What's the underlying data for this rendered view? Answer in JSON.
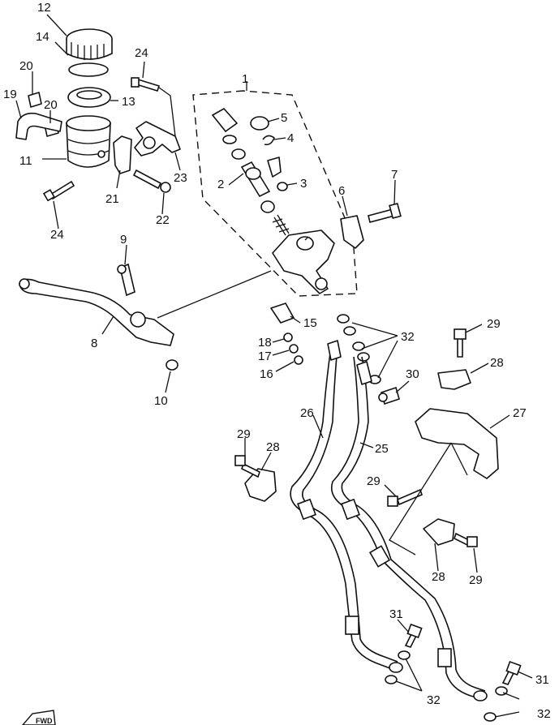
{
  "callouts": {
    "c1": "1",
    "c2": "2",
    "c3": "3",
    "c4": "4",
    "c5": "5",
    "c6": "6",
    "c7": "7",
    "c8": "8",
    "c9": "9",
    "c10": "10",
    "c11": "11",
    "c12": "12",
    "c13": "13",
    "c14": "14",
    "c15": "15",
    "c16": "16",
    "c17": "17",
    "c18": "18",
    "c19": "19",
    "c20a": "20",
    "c20b": "20",
    "c21": "21",
    "c22": "22",
    "c23": "23",
    "c24a": "24",
    "c24b": "24",
    "c25": "25",
    "c26": "26",
    "c27": "27",
    "c28a": "28",
    "c28b": "28",
    "c28c": "28",
    "c29a": "29",
    "c29b": "29",
    "c29c": "29",
    "c29d": "29",
    "c30": "30",
    "c31a": "31",
    "c31b": "31",
    "c32a": "32",
    "c32b": "32",
    "c32c": "32"
  },
  "forward_arrow": {
    "label": "FWD"
  }
}
